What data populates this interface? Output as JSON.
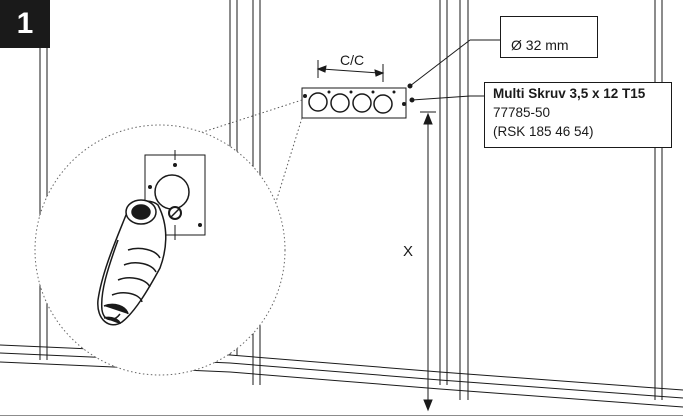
{
  "step": {
    "number": "1"
  },
  "dimension_labels": {
    "center_to_center": "C/C",
    "height": "X"
  },
  "drill": {
    "size_label": "Ø 32 mm",
    "icon": "drill-bit-icon"
  },
  "screw": {
    "name": "Multi Skruv 3,5 x 12 T15",
    "article_number": "77785-50",
    "rsk_number": "(RSK 185 46 54)"
  },
  "illustration": {
    "device": "charging-handle-icon",
    "plate": "mounting-plate-icon"
  },
  "colors": {
    "line": "#1a1a1a",
    "wall_panel": "#ffffff",
    "badge": "#1a1a1a",
    "detail_circle": "#f2f2f2"
  }
}
